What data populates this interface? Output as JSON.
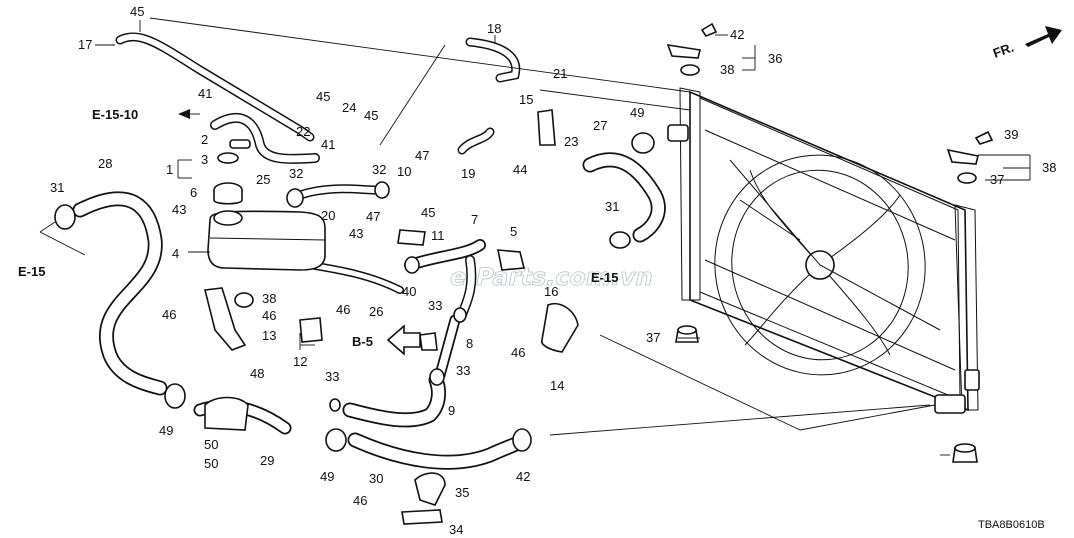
{
  "diagram": {
    "drawing_code": "TBA8B0610B",
    "front_label": "FR.",
    "watermark": "e-Parts.com.vn",
    "reference_labels": [
      "E-15-10",
      "E-15",
      "B-5",
      "E-15"
    ],
    "callouts": [
      "45",
      "17",
      "18",
      "21",
      "42",
      "36",
      "38",
      "49",
      "41",
      "45",
      "24",
      "45",
      "15",
      "22",
      "41",
      "2",
      "3",
      "1",
      "25",
      "32",
      "10",
      "47",
      "19",
      "44",
      "23",
      "27",
      "6",
      "32",
      "28",
      "31",
      "43",
      "20",
      "47",
      "45",
      "11",
      "43",
      "7",
      "5",
      "4",
      "26",
      "40",
      "38",
      "46",
      "46",
      "46",
      "13",
      "12",
      "33",
      "8",
      "33",
      "48",
      "33",
      "9",
      "16",
      "46",
      "14",
      "31",
      "37",
      "29",
      "30",
      "49",
      "49",
      "50",
      "50",
      "46",
      "35",
      "34",
      "42",
      "39",
      "38",
      "37"
    ]
  }
}
